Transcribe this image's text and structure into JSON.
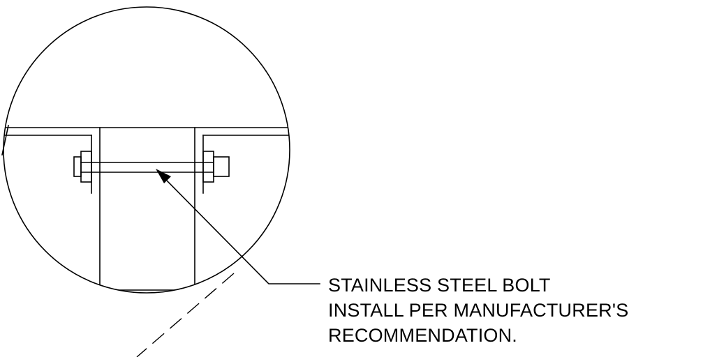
{
  "callout": {
    "line1": "STAINLESS STEEL BOLT",
    "line2": "INSTALL PER MANUFACTURER'S",
    "line3": "RECOMMENDATION."
  },
  "colors": {
    "ink": "#000000",
    "paper": "#ffffff"
  }
}
